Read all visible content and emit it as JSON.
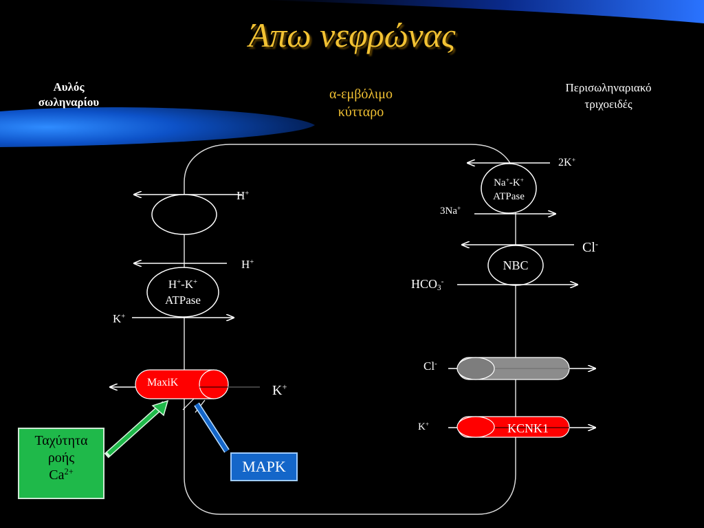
{
  "title": "Άπω νεφρώνας",
  "regions": {
    "lumen_line1": "Αυλός",
    "lumen_line2": "σωληναρίου",
    "cell_line1": "α-εμβόλιμο",
    "cell_line2": "κύτταρο",
    "capillary_line1": "Περισωληναριακό",
    "capillary_line2": "τριχοειδές"
  },
  "apical": {
    "h_pump_ion": "H",
    "hk_h_ion": "H",
    "hk_label_line1_a": "H",
    "hk_label_line1_b": "-K",
    "hk_label_line2": "ATPase",
    "hk_k_ion": "K",
    "maxik_label": "MaxiK",
    "maxik_k_ion": "K"
  },
  "basolateral": {
    "nak_2k": "2K",
    "nak_label_line1_a": "Na",
    "nak_label_line1_b": "-K",
    "nak_label_line2": "ATPase",
    "nak_3na": "3Na",
    "nbc_cl": "Cl",
    "nbc_label": "NBC",
    "nbc_hco3": "HCO",
    "cl_channel_ion": "Cl",
    "kcnk1_ion": "K",
    "kcnk1_label": "KCNK1"
  },
  "regulators": {
    "flow_line1": "Ταχύτητα",
    "flow_line2": "ροής",
    "flow_line3": "Ca",
    "mapk_label": "MAPK"
  },
  "colors": {
    "title": "#f2c233",
    "cell_region_label": "#f2c233",
    "maxik": "#ff0000",
    "kcnk1": "#ff0000",
    "cl_channel": "#8c8c8c",
    "flow_box": "#1fb94a",
    "mapk_box": "#1466c9"
  }
}
